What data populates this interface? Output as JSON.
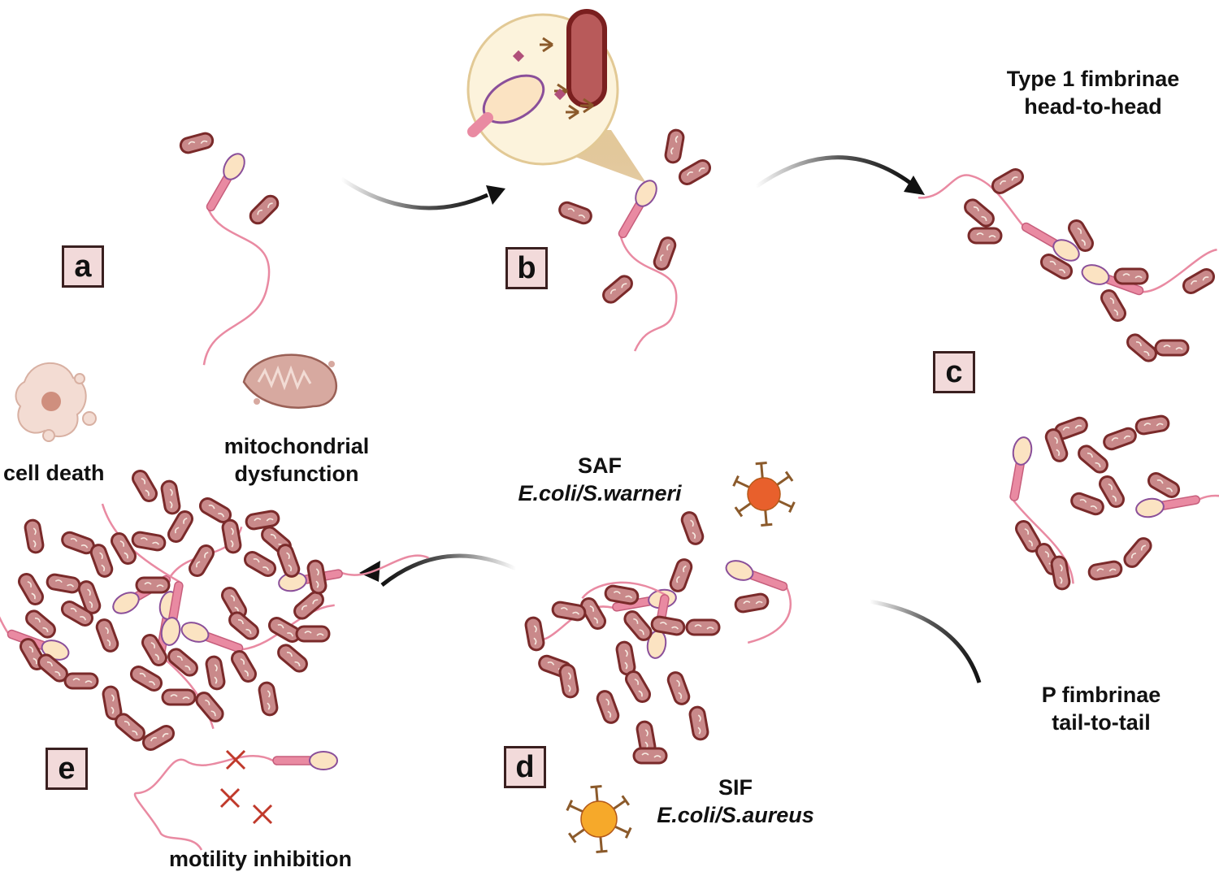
{
  "panels": {
    "a": {
      "label": "a"
    },
    "b": {
      "label": "b"
    },
    "c": {
      "label": "c"
    },
    "d": {
      "label": "d"
    },
    "e": {
      "label": "e"
    }
  },
  "annotations": {
    "type1": {
      "line1": "Type 1 fimbrinae",
      "line2": "head-to-head"
    },
    "p_fim": {
      "line1": "P fimbrinae",
      "line2": "tail-to-tail"
    },
    "saf": {
      "line1": "SAF",
      "line2": "E.coli/S.warneri"
    },
    "sif": {
      "line1": "SIF",
      "line2": "E.coli/S.aureus"
    },
    "cell_death": "cell death",
    "mito": {
      "line1": "mitochondrial",
      "line2": "dysfunction"
    },
    "motility": "motility inhibition"
  },
  "colors": {
    "bacteria_fill": "#c9898a",
    "bacteria_stroke": "#7a2a2a",
    "sperm_head": "#fbe3c2",
    "sperm_tail": "#e98aa2",
    "saf_factor": "#e8602c",
    "sif_factor": "#f6a92a",
    "receptor": "#8b5a2b",
    "label_fill": "#f2dada",
    "arrow": "#222222"
  }
}
